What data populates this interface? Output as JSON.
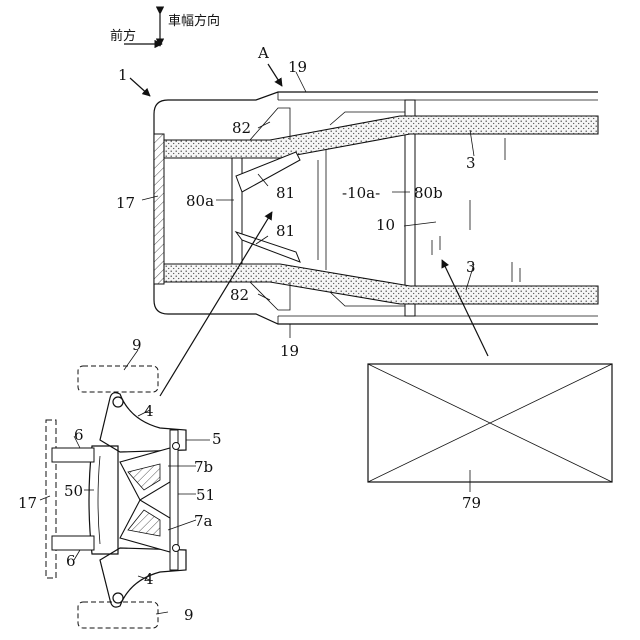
{
  "direction": {
    "front": "前方",
    "width": "車幅方向"
  },
  "labels": {
    "vehicle": "1",
    "view_a": "A",
    "side_sill_top": "19",
    "side_sill_bottom": "19",
    "bumper": "17",
    "bumper_lower": "17",
    "cross_member_a": "80a",
    "cross_member_b": "80b",
    "floor_label": "-10a-",
    "floor": "10",
    "brace_upper": "81",
    "brace_lower": "81",
    "gusset_upper": "82",
    "gusset_lower": "82",
    "rail_upper": "3",
    "rail_lower": "3",
    "wheel_top": "9",
    "wheel_bottom": "9",
    "arm_top": "4",
    "arm_bottom": "4",
    "subframe": "5",
    "mount_top": "6",
    "mount_bottom": "6",
    "link_upper": "7b",
    "link_lower": "7a",
    "frame_body": "50",
    "frame_side": "51",
    "box": "79"
  }
}
